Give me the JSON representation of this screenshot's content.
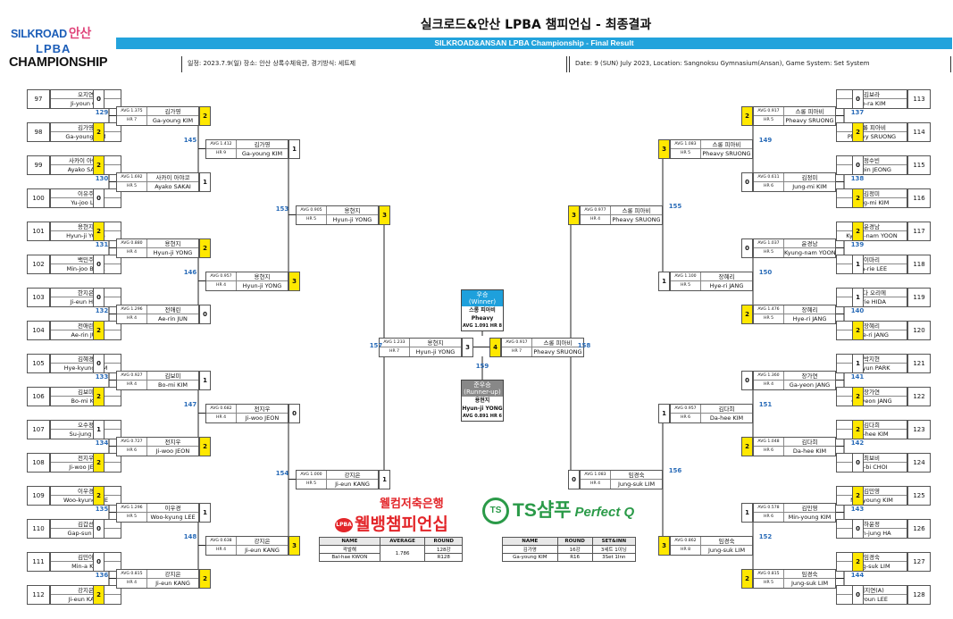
{
  "header": {
    "logo_silkroad": "SILKROAD",
    "logo_ansan": "안산",
    "logo_lpba": "LPBA",
    "logo_championship": "CHAMPIONSHIP",
    "title_ko": "실크로드&안산 LPBA 챔피언십 - 최종결과",
    "title_en": "SILKROAD&ANSAN LPBA Championship - Final Result",
    "info_ko": "일정: 2023.7.9(일) 장소: 안산 상록수체육관, 경기방식: 세트제",
    "info_en": "Date: 9 (SUN) July 2023, Location: Sangnoksu Gymnasium(Ansan), Game System: Set System"
  },
  "colors": {
    "winner_highlight": "#ffe800",
    "banner": "#23a3dc",
    "match_number": "#2a6cb8"
  },
  "left_players": [
    {
      "n": "97",
      "ko": "오지연",
      "en": "Ji-youn OH",
      "s": "0",
      "w": false
    },
    {
      "n": "98",
      "ko": "김가영",
      "en": "Ga-young KIM",
      "s": "2",
      "w": true
    },
    {
      "n": "99",
      "ko": "사카이 아야코",
      "en": "Ayako SAKAI",
      "s": "2",
      "w": true
    },
    {
      "n": "100",
      "ko": "이유주",
      "en": "Yu-joo LEE",
      "s": "0",
      "w": false
    },
    {
      "n": "101",
      "ko": "용현지",
      "en": "Hyun-ji YONG",
      "s": "2",
      "w": true
    },
    {
      "n": "102",
      "ko": "백민주",
      "en": "Min-joo BAEK",
      "s": "0",
      "w": false
    },
    {
      "n": "103",
      "ko": "한지은",
      "en": "Ji-eun HAN",
      "s": "0",
      "w": false
    },
    {
      "n": "104",
      "ko": "전애린",
      "en": "Ae-rin JUN",
      "s": "2",
      "w": true
    },
    {
      "n": "105",
      "ko": "김혜경",
      "en": "Hye-kyung KIM",
      "s": "0",
      "w": false
    },
    {
      "n": "106",
      "ko": "김보미",
      "en": "Bo-mi KIM",
      "s": "2",
      "w": true
    },
    {
      "n": "107",
      "ko": "오수정",
      "en": "Su-jung OH",
      "s": "1",
      "w": false
    },
    {
      "n": "108",
      "ko": "전지우",
      "en": "Ji-woo JEON",
      "s": "2",
      "w": true
    },
    {
      "n": "109",
      "ko": "이우경",
      "en": "Woo-kyung LEE",
      "s": "2",
      "w": true
    },
    {
      "n": "110",
      "ko": "김갑선",
      "en": "Gap-sun KIM",
      "s": "0",
      "w": false
    },
    {
      "n": "111",
      "ko": "김민아",
      "en": "Min-a KIM",
      "s": "0",
      "w": false
    },
    {
      "n": "112",
      "ko": "강지은",
      "en": "Ji-eun KANG",
      "s": "2",
      "w": true
    }
  ],
  "right_players": [
    {
      "n": "113",
      "ko": "김보라",
      "en": "Bo-ra KIM",
      "s": "0",
      "w": false
    },
    {
      "n": "114",
      "ko": "스롱 피아비",
      "en": "Pheavy SRUONG",
      "s": "2",
      "w": true
    },
    {
      "n": "115",
      "ko": "정수빈",
      "en": "Su-bin JEONG",
      "s": "0",
      "w": false
    },
    {
      "n": "116",
      "ko": "김정미",
      "en": "Jung-mi KIM",
      "s": "2",
      "w": true
    },
    {
      "n": "117",
      "ko": "윤경남",
      "en": "Kyung-nam YOON",
      "s": "2",
      "w": true
    },
    {
      "n": "118",
      "ko": "이마리",
      "en": "Ma-rie LEE",
      "s": "1",
      "w": false
    },
    {
      "n": "119",
      "ko": "히다 오리에",
      "en": "Orie HIDA",
      "s": "1",
      "w": false
    },
    {
      "n": "120",
      "ko": "장혜리",
      "en": "Hye-ri JANG",
      "s": "2",
      "w": true
    },
    {
      "n": "121",
      "ko": "박지현",
      "en": "Ji-hyun PARK",
      "s": "1",
      "w": false
    },
    {
      "n": "122",
      "ko": "장가연",
      "en": "Ga-yeon JANG",
      "s": "2",
      "w": true
    },
    {
      "n": "123",
      "ko": "김다희",
      "en": "Da-hee KIM",
      "s": "2",
      "w": true
    },
    {
      "n": "124",
      "ko": "최보비",
      "en": "Bo-bi CHOI",
      "s": "0",
      "w": false
    },
    {
      "n": "125",
      "ko": "김민영",
      "en": "Min-young KIM",
      "s": "2",
      "w": true
    },
    {
      "n": "126",
      "ko": "하윤정",
      "en": "Yoon-jung HA",
      "s": "0",
      "w": false
    },
    {
      "n": "127",
      "ko": "임경숙",
      "en": "Jung-suk LIM",
      "s": "2",
      "w": true
    },
    {
      "n": "128",
      "ko": "이지연(A)",
      "en": "Ji-youn LEE",
      "s": "0",
      "w": false
    }
  ],
  "left_r2": [
    {
      "avg": "AVG 1.375",
      "hr": "HR 7",
      "ko": "김가영",
      "en": "Ga-young KIM",
      "s": "2",
      "w": true,
      "m": "129"
    },
    {
      "avg": "AVG 1.692",
      "hr": "HR 5",
      "ko": "사카이 아야코",
      "en": "Ayako SAKAI",
      "s": "1",
      "w": false,
      "m": "130"
    },
    {
      "avg": "AVG 0.880",
      "hr": "HR 4",
      "ko": "용현지",
      "en": "Hyun-ji YONG",
      "s": "2",
      "w": true,
      "m": "131"
    },
    {
      "avg": "AVG 1.296",
      "hr": "HR 4",
      "ko": "전애린",
      "en": "Ae-rin JUN",
      "s": "0",
      "w": false,
      "m": "132"
    },
    {
      "avg": "AVG 0.927",
      "hr": "HR 4",
      "ko": "김보미",
      "en": "Bo-mi KIM",
      "s": "1",
      "w": false,
      "m": "133"
    },
    {
      "avg": "AVG 0.727",
      "hr": "HR 6",
      "ko": "전지우",
      "en": "Ji-woo JEON",
      "s": "2",
      "w": true,
      "m": "134"
    },
    {
      "avg": "AVG 1.296",
      "hr": "HR 5",
      "ko": "이우경",
      "en": "Woo-kyung LEE",
      "s": "1",
      "w": false,
      "m": "135"
    },
    {
      "avg": "AVG 0.815",
      "hr": "HR 4",
      "ko": "강지은",
      "en": "Ji-eun KANG",
      "s": "2",
      "w": true,
      "m": "136"
    }
  ],
  "left_r3": [
    {
      "avg": "AVG 1.412",
      "hr": "HR 9",
      "ko": "김가영",
      "en": "Ga-young KIM",
      "s": "1",
      "w": false,
      "m": "145"
    },
    {
      "avg": "AVG 0.957",
      "hr": "HR 4",
      "ko": "용현지",
      "en": "Hyun-ji YONG",
      "s": "3",
      "w": true,
      "m": "146"
    },
    {
      "avg": "AVG 0.682",
      "hr": "HR 4",
      "ko": "전지우",
      "en": "Ji-woo JEON",
      "s": "0",
      "w": false,
      "m": "147"
    },
    {
      "avg": "AVG 0.638",
      "hr": "HR 4",
      "ko": "강지은",
      "en": "Ji-eun KANG",
      "s": "3",
      "w": true,
      "m": "148"
    }
  ],
  "left_r4": [
    {
      "avg": "AVG 0.905",
      "hr": "HR 5",
      "ko": "용현지",
      "en": "Hyun-ji YONG",
      "s": "3",
      "w": true,
      "m": "153"
    },
    {
      "avg": "AVG 1.000",
      "hr": "HR 5",
      "ko": "강지은",
      "en": "Ji-eun KANG",
      "s": "1",
      "w": false,
      "m": "154"
    }
  ],
  "left_final": {
    "avg": "AVG 1.233",
    "hr": "HR 7",
    "ko": "용현지",
    "en": "Hyun-ji YONG",
    "s": "3",
    "w": false,
    "m": "157"
  },
  "right_r2": [
    {
      "avg": "AVG 0.917",
      "hr": "HR 5",
      "ko": "스롱 피아비",
      "en": "Pheavy SRUONG",
      "s": "2",
      "w": true,
      "m": "137"
    },
    {
      "avg": "AVG 0.611",
      "hr": "HR 6",
      "ko": "김정미",
      "en": "Jung-mi KIM",
      "s": "0",
      "w": false,
      "m": "138"
    },
    {
      "avg": "AVG 1.037",
      "hr": "HR 5",
      "ko": "윤경남",
      "en": "Kyung-nam YOON",
      "s": "0",
      "w": false,
      "m": "139"
    },
    {
      "avg": "AVG 1.476",
      "hr": "HR 5",
      "ko": "장혜리",
      "en": "Hye-ri JANG",
      "s": "2",
      "w": true,
      "m": "140"
    },
    {
      "avg": "AVG 1.360",
      "hr": "HR 4",
      "ko": "장가연",
      "en": "Ga-yeon JANG",
      "s": "0",
      "w": false,
      "m": "141"
    },
    {
      "avg": "AVG 1.048",
      "hr": "HR 6",
      "ko": "김다희",
      "en": "Da-hee KIM",
      "s": "2",
      "w": true,
      "m": "142"
    },
    {
      "avg": "AVG 0.578",
      "hr": "HR 6",
      "ko": "김민영",
      "en": "Min-young KIM",
      "s": "1",
      "w": false,
      "m": "143"
    },
    {
      "avg": "AVG 0.815",
      "hr": "HR 5",
      "ko": "임경숙",
      "en": "Jung-suk LIM",
      "s": "2",
      "w": true,
      "m": "144"
    }
  ],
  "right_r3": [
    {
      "avg": "AVG 1.083",
      "hr": "HR 5",
      "ko": "스롱 피아비",
      "en": "Pheavy SRUONG",
      "s": "3",
      "w": true,
      "m": "149"
    },
    {
      "avg": "AVG 1.100",
      "hr": "HR 5",
      "ko": "장혜리",
      "en": "Hye-ri JANG",
      "s": "1",
      "w": false,
      "m": "150"
    },
    {
      "avg": "AVG 0.957",
      "hr": "HR 6",
      "ko": "김다희",
      "en": "Da-hee KIM",
      "s": "1",
      "w": false,
      "m": "151"
    },
    {
      "avg": "AVG 0.862",
      "hr": "HR 8",
      "ko": "임경숙",
      "en": "Jung-suk LIM",
      "s": "3",
      "w": true,
      "m": "152"
    }
  ],
  "right_r4": [
    {
      "avg": "AVG 0.977",
      "hr": "HR 4",
      "ko": "스롱 피아비",
      "en": "Pheavy SRUONG",
      "s": "3",
      "w": true,
      "m": "155"
    },
    {
      "avg": "AVG 1.083",
      "hr": "HR 4",
      "ko": "임경숙",
      "en": "Jung-suk LIM",
      "s": "0",
      "w": false,
      "m": "156"
    }
  ],
  "right_final": {
    "avg": "AVG 0.917",
    "hr": "HR 7",
    "ko": "스롱 피아비",
    "en": "Pheavy SRUONG",
    "s": "4",
    "w": true,
    "m": "158"
  },
  "final_match": "159",
  "winner": {
    "label_ko": "우승",
    "label_en": "(Winner)",
    "ko": "스롱 피아비",
    "en": "Pheavy",
    "stat": "AVG 1.091  HR 8"
  },
  "runnerup": {
    "label_ko": "준우승",
    "label_en": "(Runner-up)",
    "ko": "용현지",
    "en": "Hyun-ji YONG",
    "stat": "AVG 0.891  HR 6"
  },
  "stat_table1": {
    "headers": [
      "NAME",
      "AVERAGE",
      "ROUND"
    ],
    "rows": [
      [
        "곽발해",
        "1.786",
        "128강"
      ],
      [
        "Bal-hae KWON",
        "",
        "R128"
      ]
    ]
  },
  "stat_table2": {
    "headers": [
      "NAME",
      "ROUND",
      "SET&INN"
    ],
    "rows": [
      [
        "김가영",
        "16강",
        "3세트 1이닝"
      ],
      [
        "Ga-young KIM",
        "R16",
        "3Set 1Inn"
      ]
    ]
  },
  "sponsor1": {
    "top": "웰컴저축은행",
    "circle": "LPBA",
    "bottom": "웰뱅챔피언십"
  },
  "sponsor2": {
    "circle": "TS",
    "name": "TS샴푸",
    "tag": "Perfect Q"
  }
}
